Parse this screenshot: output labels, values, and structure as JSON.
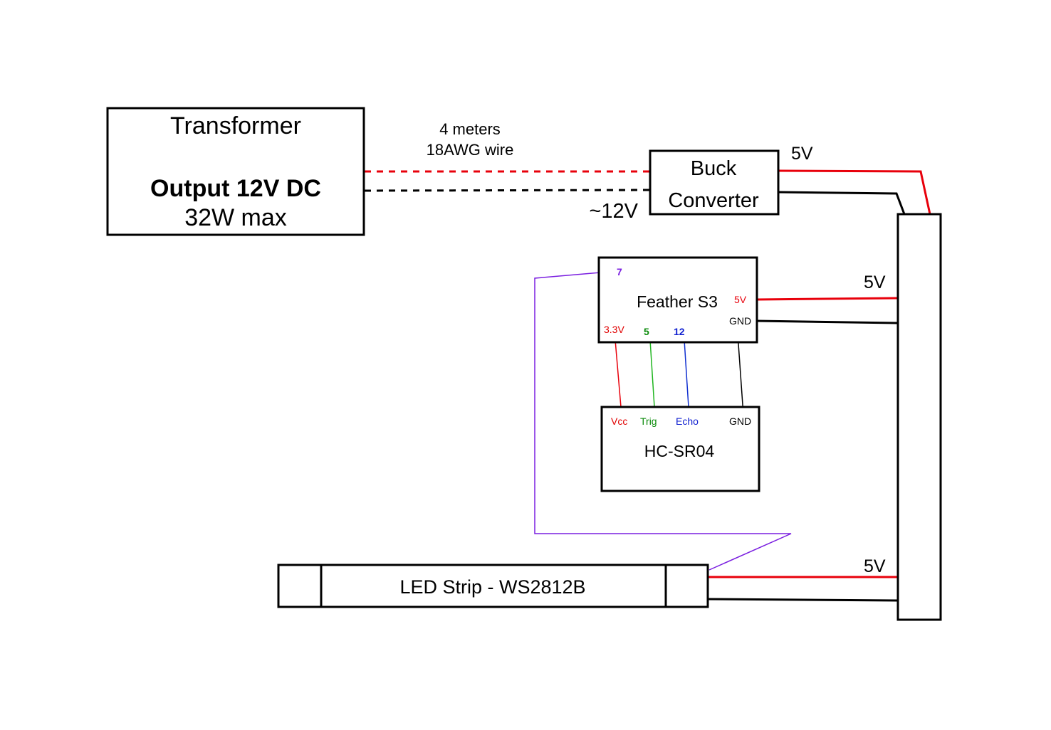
{
  "colors": {
    "positive": "#e8000b",
    "ground": "#000000",
    "data_line": "#7a1ee0",
    "trig": "#1fb51f",
    "echo": "#1030d0",
    "pin_3v3": "#e00000",
    "pin_5": "#0a8a0a",
    "pin_12": "#1020d0",
    "pin_7": "#7a1ee0"
  },
  "transformer": {
    "title": "Transformer",
    "output": "Output 12V DC",
    "power": "32W max"
  },
  "cable": {
    "length": "4 meters",
    "gauge": "18AWG wire",
    "voltage": "~12V"
  },
  "buck": {
    "line1": "Buck",
    "line2": "Converter",
    "out_label": "5V"
  },
  "feather": {
    "name": "Feather S3",
    "pin_7": "7",
    "pin_5v": "5V",
    "pin_gnd": "GND",
    "pin_3v3": "3.3V",
    "pin_5": "5",
    "pin_12": "12",
    "supply_label": "5V"
  },
  "sensor": {
    "name": "HC-SR04",
    "vcc": "Vcc",
    "trig": "Trig",
    "echo": "Echo",
    "gnd": "GND"
  },
  "led": {
    "name": "LED Strip - WS2812B",
    "supply_label": "5V"
  }
}
